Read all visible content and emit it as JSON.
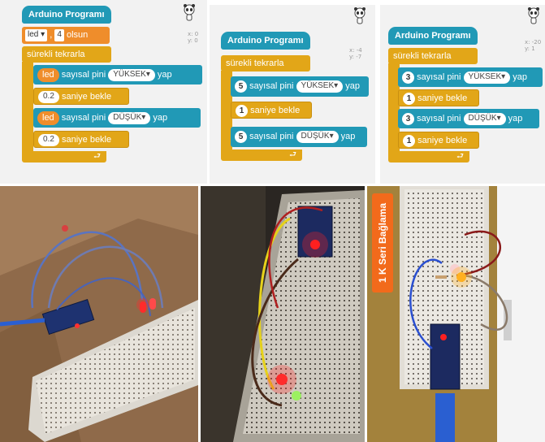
{
  "panels": [
    {
      "coords": [
        "x: 0",
        "y: 0"
      ],
      "hat": "Arduino Programı",
      "var_block": {
        "var": "led",
        "sep": ",",
        "value": "4",
        "suffix": "olsun"
      },
      "loop": "sürekli tekrarla",
      "rows": [
        {
          "kind": "digital",
          "pin": "led",
          "mid": "sayısal pini",
          "state": "YÜKSEK",
          "end": "yap"
        },
        {
          "kind": "wait",
          "value": "0.2",
          "label": "saniye bekle"
        },
        {
          "kind": "digital",
          "pin": "led",
          "mid": "sayısal pini",
          "state": "DÜŞÜK",
          "end": "yap"
        },
        {
          "kind": "wait",
          "value": "0.2",
          "label": "saniye bekle"
        }
      ]
    },
    {
      "coords": [
        "x: -4",
        "y: -7"
      ],
      "hat": "Arduino Programı",
      "loop": "sürekli tekrarla",
      "rows": [
        {
          "kind": "digital",
          "pin": "5",
          "mid": "sayısal pini",
          "state": "YÜKSEK",
          "end": "yap"
        },
        {
          "kind": "wait",
          "value": "1",
          "label": "saniye bekle"
        },
        {
          "kind": "digital",
          "pin": "5",
          "mid": "sayısal pini",
          "state": "DÜŞÜK",
          "end": "yap"
        }
      ]
    },
    {
      "coords": [
        "x: -20",
        "y: 1"
      ],
      "hat": "Arduino Programı",
      "loop": "sürekli tekrarla",
      "rows": [
        {
          "kind": "digital",
          "pin": "3",
          "mid": "sayısal pini",
          "state": "YÜKSEK",
          "end": "yap"
        },
        {
          "kind": "wait",
          "value": "1",
          "label": "saniye bekle"
        },
        {
          "kind": "digital",
          "pin": "3",
          "mid": "sayısal pini",
          "state": "DÜŞÜK",
          "end": "yap"
        },
        {
          "kind": "wait",
          "value": "1",
          "label": "saniye bekle"
        }
      ]
    }
  ],
  "photo_badge": "1 K Seri Bağlama",
  "colors": {
    "control_yellow": "#e2a618",
    "block_teal": "#2199b6",
    "variable_orange": "#ef8d2b",
    "badge_orange": "#f26a1b",
    "led_red": "#ff2b2b"
  },
  "icons": [
    "panda-mascot-icon",
    "dropdown-arrow-icon",
    "loop-arrow-icon"
  ]
}
